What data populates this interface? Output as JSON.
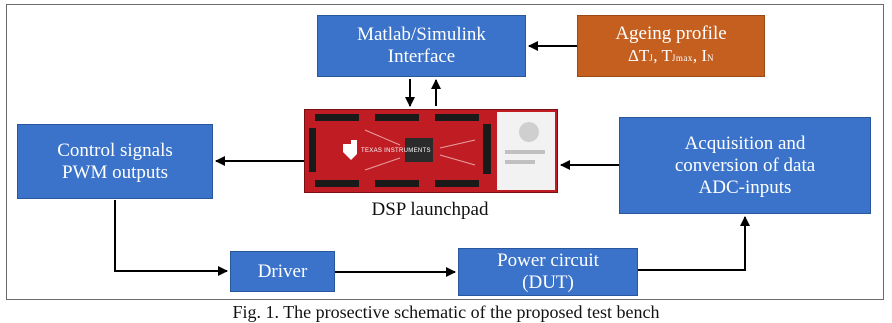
{
  "blocks": {
    "matlab": {
      "line1": "Matlab/Simulink",
      "line2": "Interface"
    },
    "ageing": {
      "line1": "Ageing profile",
      "delta_t": "ΔT",
      "delta_t_sub": "J",
      "tj": "T",
      "tj_sub": "Jmax",
      "in": "I",
      "in_sub": "N"
    },
    "control": {
      "line1": "Control signals",
      "line2": "PWM outputs"
    },
    "acquisition": {
      "line1": "Acquisition and",
      "line2": "conversion of data",
      "line3": "ADC-inputs"
    },
    "driver": {
      "label": "Driver"
    },
    "power": {
      "line1": "Power circuit",
      "line2": "(DUT)"
    }
  },
  "board": {
    "caption": "DSP launchpad",
    "brand": "TEXAS INSTRUMENTS"
  },
  "figure_caption": "Fig. 1. The prosective schematic of the proposed test bench",
  "colors": {
    "block_blue": "#3a73c9",
    "block_orange": "#c45f1f",
    "board_red": "#bf1d23"
  }
}
